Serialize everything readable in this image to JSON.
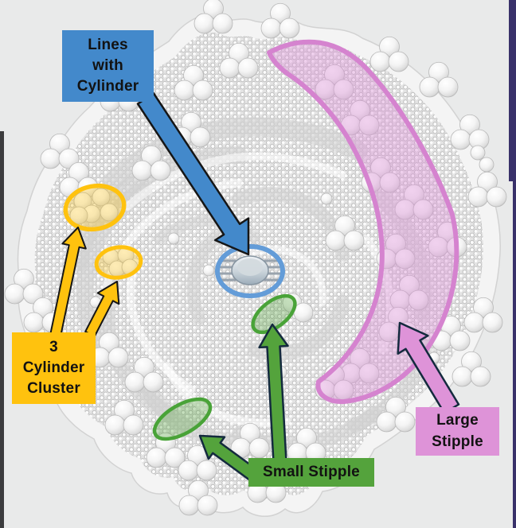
{
  "annotations": {
    "lines_with_cylinder": {
      "label": "Lines with Cylinder",
      "lines": [
        "Lines",
        "with",
        "Cylinder"
      ],
      "color": "#4389cb",
      "marker": "blue-ellipse-outline-around-cylinder"
    },
    "cylinder_cluster": {
      "label": "3 Cylinder Cluster",
      "lines": [
        "3",
        "Cylinder",
        "Cluster"
      ],
      "color": "#ffc20e",
      "marker": "two-yellow-ellipse-highlights"
    },
    "small_stipple": {
      "label": "Small Stipple",
      "lines": [
        "Small Stipple"
      ],
      "color": "#54a33c",
      "marker": "two-green-ellipse-highlights"
    },
    "large_stipple": {
      "label": "Large Stipple",
      "lines": [
        "Large",
        "Stipple"
      ],
      "color": "#de93d8",
      "marker": "pink-crescent-region"
    }
  },
  "colors": {
    "background": "#e9eaea",
    "side_strip": "#3c3c3e",
    "right_edge": "#39316a",
    "blob_base": "#f4f4f4",
    "blob_outline": "#d2d2d2",
    "surface_shade": "#e4e4e4",
    "texture_dot": "#aeaeae",
    "label_text": "#121212",
    "blue": "#4389cb",
    "blue_ellipse": "#639cd8",
    "yellow": "#ffc20e",
    "green": "#54a33c",
    "green_ellipse": "#49a338",
    "pink": "#de93d8",
    "pink_stroke": "#d583cf",
    "outline_black": "#161616",
    "outline_navy": "#142a3e"
  }
}
